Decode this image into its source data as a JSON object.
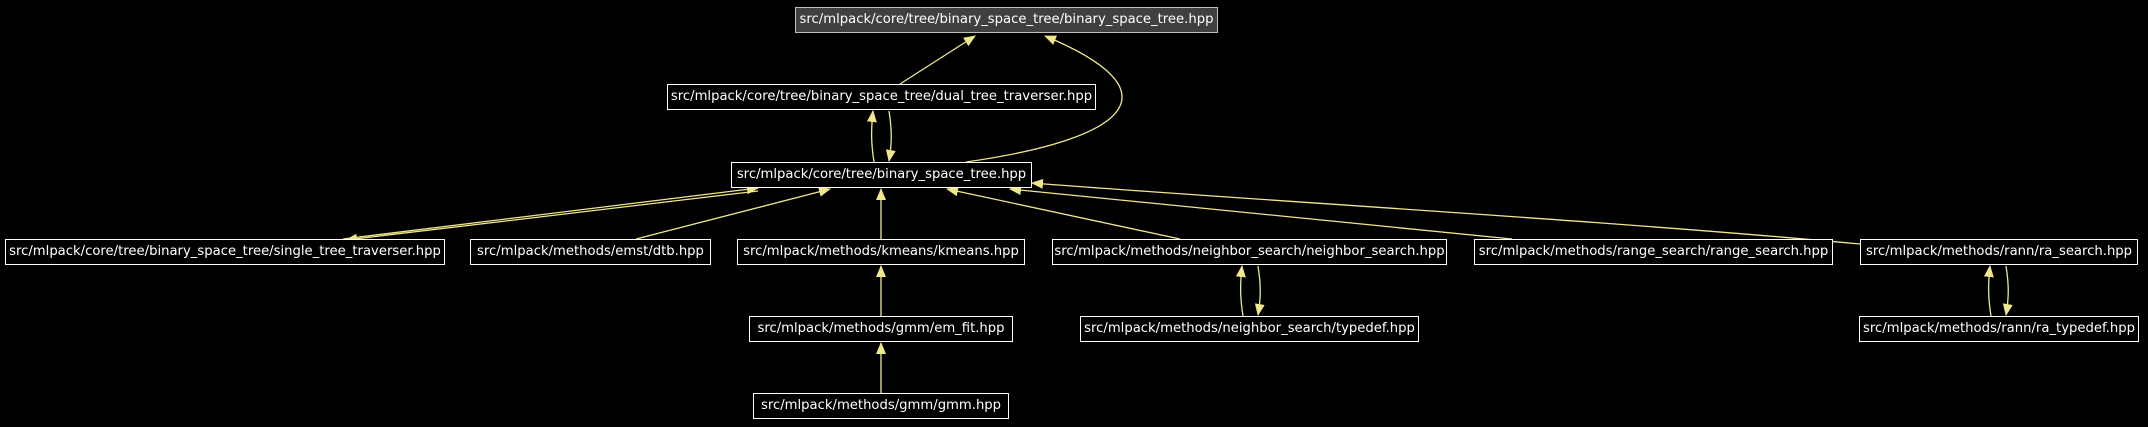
{
  "graph": {
    "edge_color": "#f0e68c",
    "node_border_color": "#ffffff",
    "root_fill_color": "#404040",
    "nodes": [
      {
        "id": "bst_root",
        "label": "src/mlpack/core/tree/binary_space_tree/binary_space_tree.hpp",
        "root": true
      },
      {
        "id": "dual",
        "label": "src/mlpack/core/tree/binary_space_tree/dual_tree_traverser.hpp"
      },
      {
        "id": "bst",
        "label": "src/mlpack/core/tree/binary_space_tree.hpp"
      },
      {
        "id": "single",
        "label": "src/mlpack/core/tree/binary_space_tree/single_tree_traverser.hpp"
      },
      {
        "id": "dtb",
        "label": "src/mlpack/methods/emst/dtb.hpp"
      },
      {
        "id": "kmeans",
        "label": "src/mlpack/methods/kmeans/kmeans.hpp"
      },
      {
        "id": "ns",
        "label": "src/mlpack/methods/neighbor_search/neighbor_search.hpp"
      },
      {
        "id": "range",
        "label": "src/mlpack/methods/range_search/range_search.hpp"
      },
      {
        "id": "ra",
        "label": "src/mlpack/methods/rann/ra_search.hpp"
      },
      {
        "id": "emfit",
        "label": "src/mlpack/methods/gmm/em_fit.hpp"
      },
      {
        "id": "nstypedef",
        "label": "src/mlpack/methods/neighbor_search/typedef.hpp"
      },
      {
        "id": "ratypedef",
        "label": "src/mlpack/methods/rann/ra_typedef.hpp"
      },
      {
        "id": "gmm",
        "label": "src/mlpack/methods/gmm/gmm.hpp"
      }
    ],
    "edges": [
      {
        "from": "dual",
        "to": "bst_root"
      },
      {
        "from": "bst",
        "to": "bst_root"
      },
      {
        "from": "bst",
        "to": "dual"
      },
      {
        "from": "dual",
        "to": "bst"
      },
      {
        "from": "single",
        "to": "bst"
      },
      {
        "from": "bst",
        "to": "single"
      },
      {
        "from": "dtb",
        "to": "bst"
      },
      {
        "from": "kmeans",
        "to": "bst"
      },
      {
        "from": "ns",
        "to": "bst"
      },
      {
        "from": "range",
        "to": "bst"
      },
      {
        "from": "ra",
        "to": "bst"
      },
      {
        "from": "emfit",
        "to": "kmeans"
      },
      {
        "from": "gmm",
        "to": "emfit"
      },
      {
        "from": "nstypedef",
        "to": "ns"
      },
      {
        "from": "ns",
        "to": "nstypedef"
      },
      {
        "from": "ratypedef",
        "to": "ra"
      },
      {
        "from": "ra",
        "to": "ratypedef"
      }
    ]
  }
}
